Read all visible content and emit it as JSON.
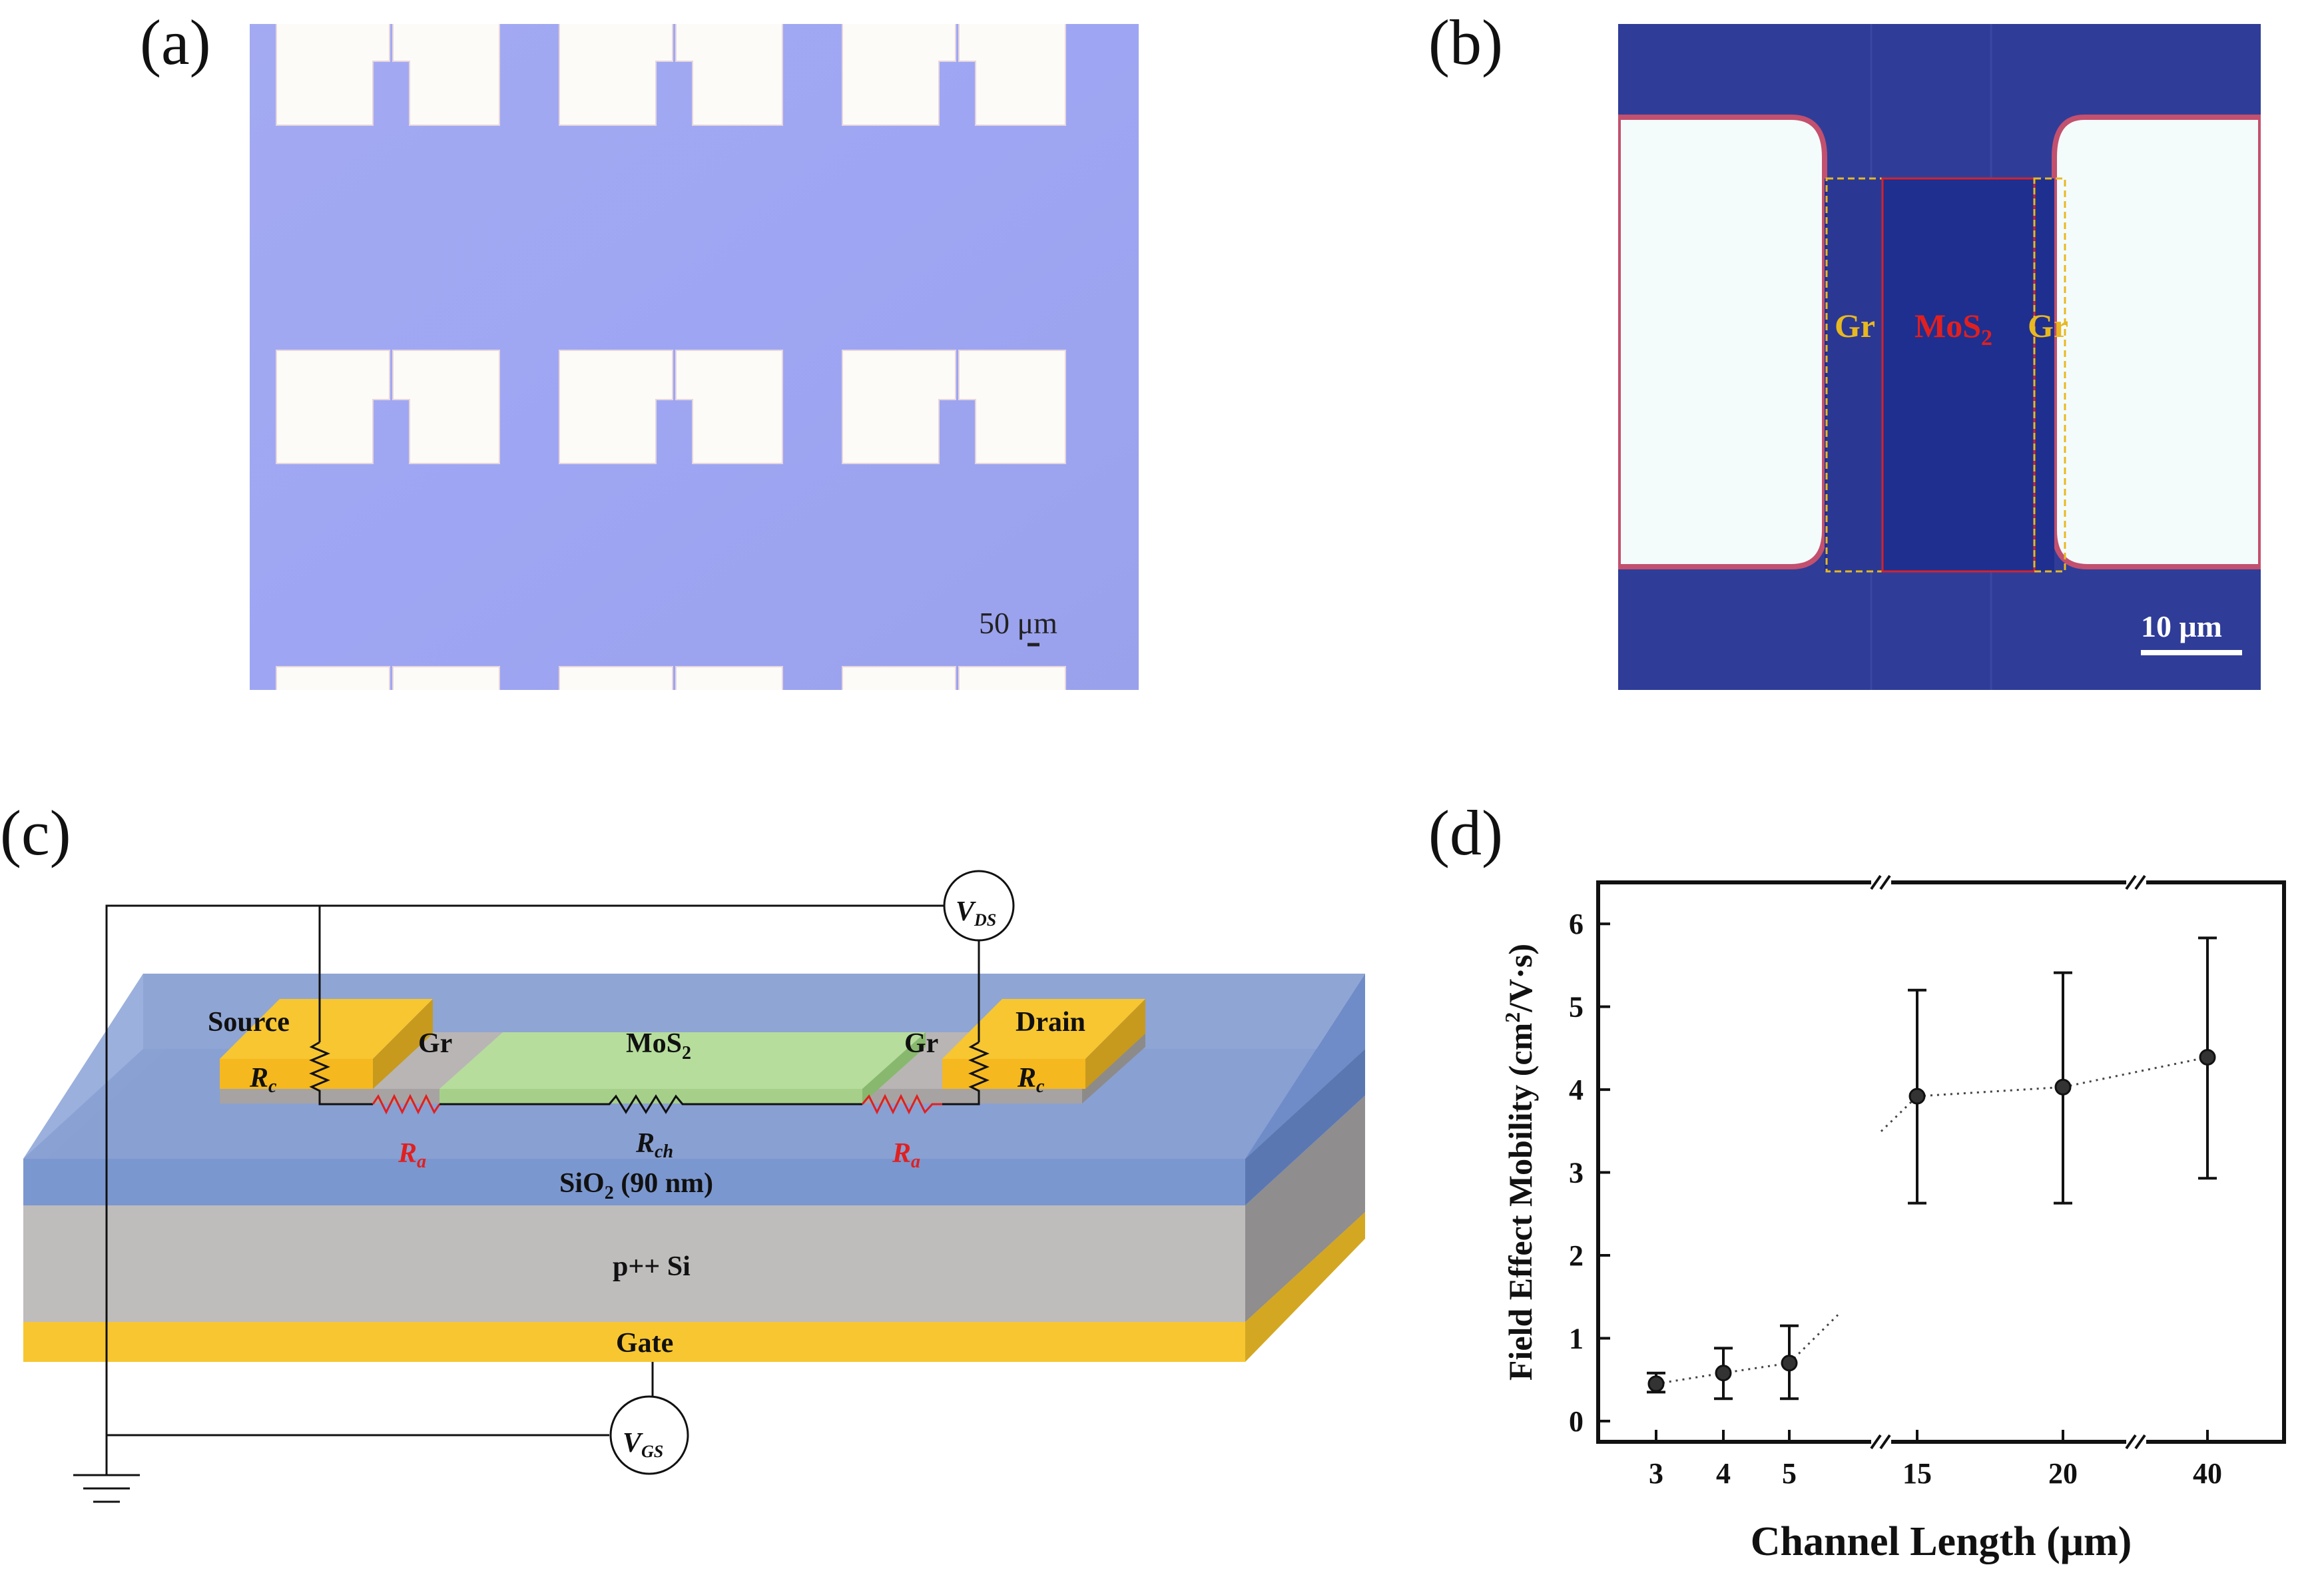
{
  "panels": {
    "a": {
      "label": "(a)",
      "scale_bar": "50  μm",
      "colors": {
        "substrate": "#9fa6f0",
        "pad": "#fdfbf8"
      }
    },
    "b": {
      "label": "(b)",
      "scale_bar": "10 μm",
      "region_left": "Gr",
      "region_center": "MoS",
      "region_center_sub": "2",
      "region_right": "Gr",
      "colors": {
        "substrate": "#2f3d98",
        "channel": "#1f2f8f",
        "gr_label": "#e8b820",
        "mos2_label": "#e02020"
      }
    },
    "c": {
      "label": "(c)",
      "vds": {
        "main": "V",
        "sub": "DS"
      },
      "vgs": {
        "main": "V",
        "sub": "GS"
      },
      "source": "Source",
      "drain": "Drain",
      "gr_left": "Gr",
      "gr_right": "Gr",
      "mos2": "MoS",
      "mos2_sub": "2",
      "rc_left": {
        "main": "R",
        "sub": "c"
      },
      "rc_right": {
        "main": "R",
        "sub": "c"
      },
      "ra_left": {
        "main": "R",
        "sub": "a"
      },
      "ra_right": {
        "main": "R",
        "sub": "a"
      },
      "rch": {
        "main": "R",
        "sub": "ch"
      },
      "sio2_pre": "SiO",
      "sio2_sub": "2",
      "sio2_post": " (90 nm)",
      "psi": "p++ Si",
      "gate": "Gate",
      "colors": {
        "sio2": "#7b97cf",
        "si": "#bfbcbc",
        "gate": "#f7c631",
        "mos2": "#b6dd9c",
        "resistor_a": "#e02020"
      }
    },
    "d": {
      "label": "(d)"
    }
  },
  "chart_data": {
    "type": "scatter",
    "xlabel": "Channel Length (μm)",
    "ylabel": "Field Effect Mobility (cm²/V·s)",
    "ylabel_parts": {
      "pre": "Field Effect Mobility (cm",
      "sup": "2",
      "post": "/V·s)"
    },
    "x_axis_breaks": true,
    "categories": [
      "3",
      "4",
      "5",
      "15",
      "20",
      "40"
    ],
    "values": [
      0.45,
      0.58,
      0.7,
      3.92,
      4.03,
      4.39
    ],
    "error_low": [
      0.35,
      0.27,
      0.27,
      2.63,
      2.63,
      2.93
    ],
    "error_high": [
      0.58,
      0.88,
      1.15,
      5.2,
      5.41,
      5.83
    ],
    "yticks": [
      "0",
      "1",
      "2",
      "3",
      "4",
      "5",
      "6"
    ],
    "ylim": [
      -0.25,
      6.5
    ],
    "trend_line": "dotted",
    "grid": false
  }
}
